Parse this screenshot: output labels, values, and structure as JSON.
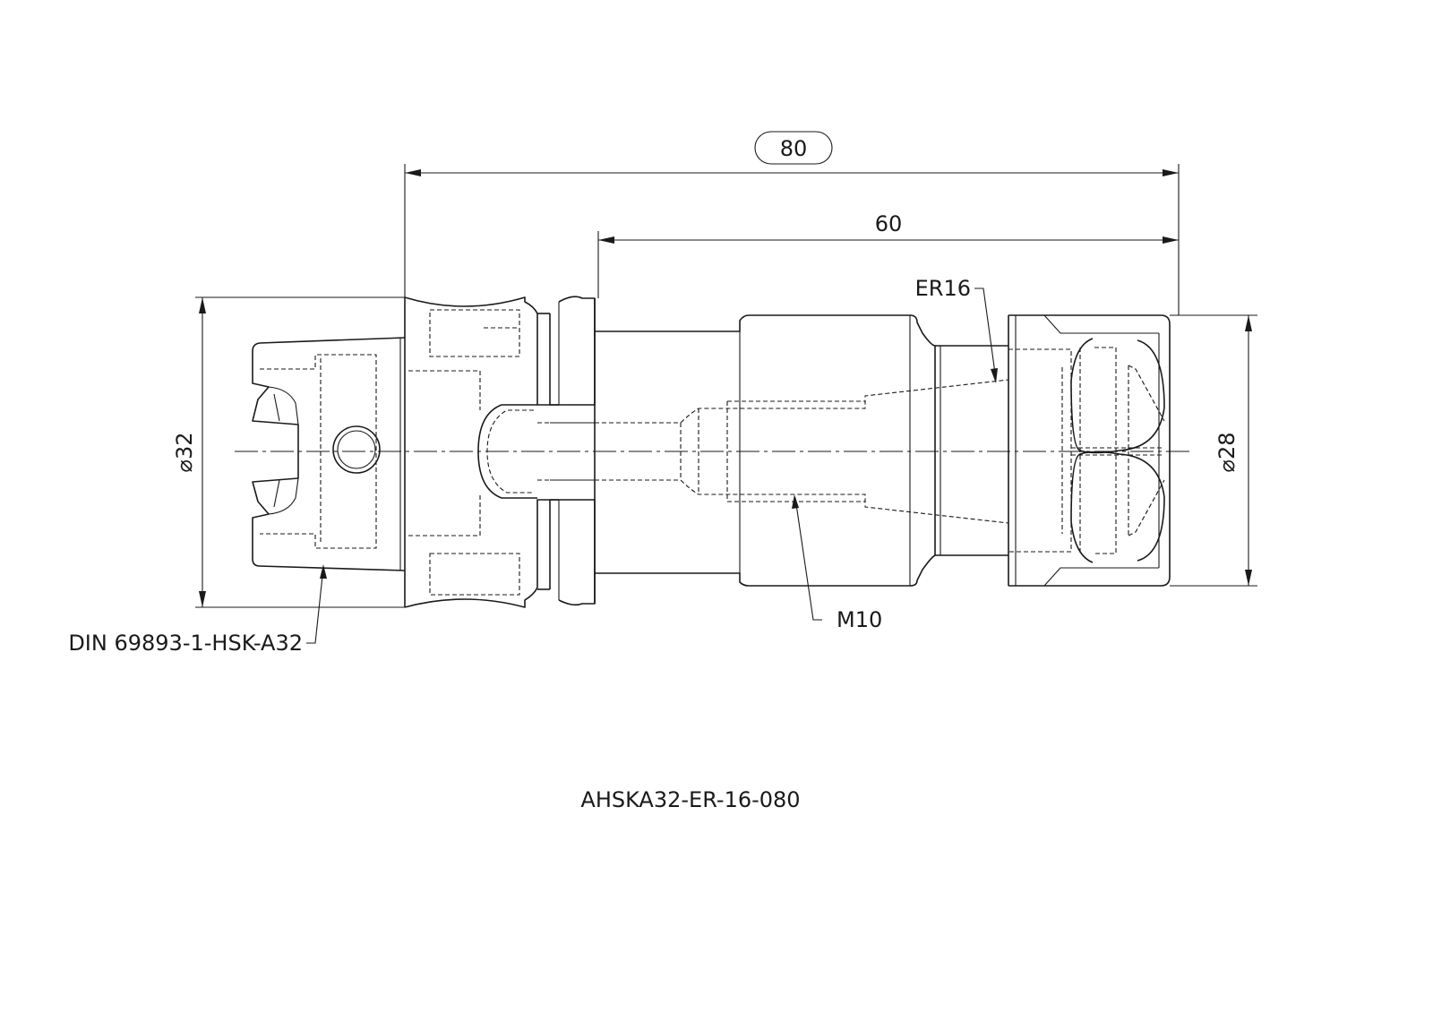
{
  "dimensions": {
    "overall_length": "80",
    "projection_length": "60",
    "flange_diameter": "⌀32",
    "nut_diameter": "⌀28"
  },
  "callouts": {
    "collet_type": "ER16",
    "thread": "M10",
    "shank_standard": "DIN 69893-1-HSK-A32"
  },
  "part_number": "AHSKA32-ER-16-080"
}
